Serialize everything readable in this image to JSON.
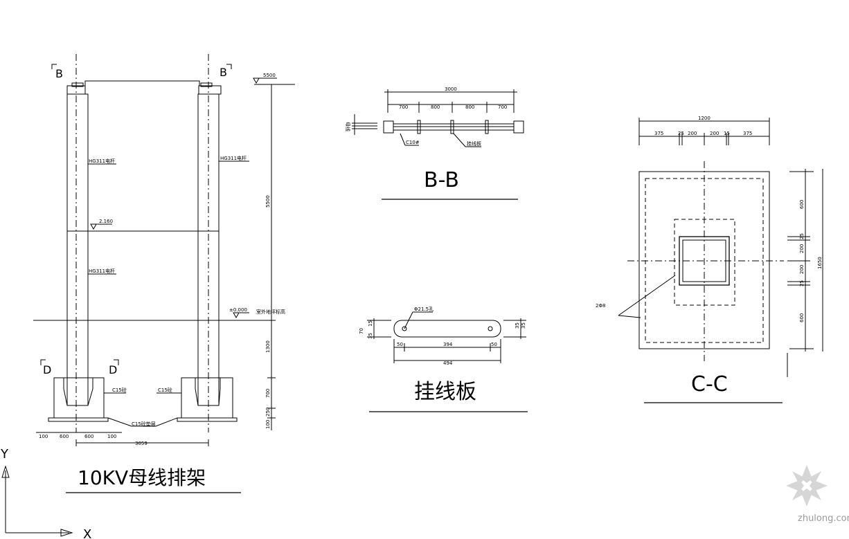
{
  "elevation_view": {
    "title": "10KV母线排架",
    "section_marks": {
      "b_left": "B",
      "b_right": "B",
      "d_left": "D",
      "d_right": "D"
    },
    "elevation_top": "5500",
    "elevation_mid": "2.160",
    "elevation_ground": "±0.000",
    "ground_note": "室外地坪标高",
    "pole_label_1": "HG311电杆",
    "pole_label_2": "HG311电杆",
    "pole_label_3": "HG311电杆",
    "concrete_left": "C15砼",
    "concrete_right": "C15砼",
    "concrete_cushion": "C15砼垫层",
    "dim_height_upper": "5500",
    "dim_height_lower": "1300",
    "dim_base_1": "700",
    "dim_base_2": "250",
    "dim_base_3": "100",
    "dim_bottom_1": "100",
    "dim_bottom_2": "600",
    "dim_bottom_3": "600",
    "dim_bottom_4": "100",
    "dim_span": "3059"
  },
  "section_bb": {
    "title": "B-B",
    "dim_total": "3000",
    "dim_1": "700",
    "dim_2": "800",
    "dim_3": "800",
    "dim_4": "700",
    "label_channel": "C10#",
    "label_plate": "挂线板",
    "label_side": "母线"
  },
  "hanging_plate": {
    "title": "挂线板",
    "hole_label": "Φ21.5孔",
    "dim_left": "50",
    "dim_mid": "394",
    "dim_right": "50",
    "dim_total": "494",
    "dim_h1": "70",
    "dim_h2": "15",
    "dim_h3": "35",
    "dim_r1": "35",
    "dim_r2": "35"
  },
  "section_cc": {
    "title": "C-C",
    "dim_total": "1200",
    "dim_a": "375",
    "dim_b": "25",
    "dim_c": "200",
    "dim_d": "200",
    "dim_e": "15",
    "dim_f": "375",
    "dim_v1": "600",
    "dim_v2": "25",
    "dim_v3": "200",
    "dim_v4": "200",
    "dim_v5": "25",
    "dim_v6": "600",
    "dim_vtotal": "1650",
    "rebar": "2Φ8"
  },
  "ucs": {
    "x_label": "X",
    "y_label": "Y"
  },
  "watermark": {
    "site": "zhulong.com"
  }
}
